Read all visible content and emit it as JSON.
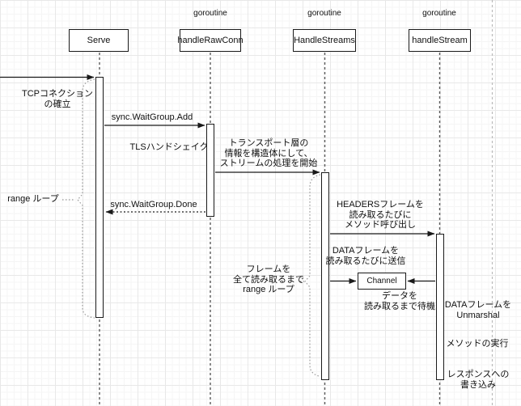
{
  "participants": [
    {
      "label": "Serve",
      "stereotype": ""
    },
    {
      "label": "handleRawConn",
      "stereotype": "goroutine"
    },
    {
      "label": "HandleStreams",
      "stereotype": "goroutine"
    },
    {
      "label": "handleStream",
      "stereotype": "goroutine"
    }
  ],
  "labels": {
    "tcp_establish": "TCPコネクション\nの確立",
    "waitgroup_add": "sync.WaitGroup.Add",
    "tls_handshake": "TLSハンドシェイク",
    "transport_start": "トランスポート層の\n情報を構造体にして、\nストリームの処理を開始",
    "waitgroup_done": "sync.WaitGroup.Done",
    "range_loop": "range ループ",
    "headers_callback": "HEADERSフレームを\n読み取るたびに\nメソッド呼び出し",
    "data_send": "DATAフレームを\n読み取るたびに送信",
    "frames_range_loop": "フレームを\n全て読み取るまで\nrange ループ",
    "channel": "Channel",
    "wait_data": "データを\n読み取るまで待機",
    "unmarshal": "DATAフレームを\nUnmarshal",
    "method_exec": "メソッドの実行",
    "response_write": "レスポンスへの\n書き込み"
  },
  "colors": {
    "line": "#1a1a1a",
    "lifeline": "#5a5a5a",
    "external_lifeline": "#bbbbbb",
    "brace": "#999999",
    "background": "#ffffff"
  }
}
